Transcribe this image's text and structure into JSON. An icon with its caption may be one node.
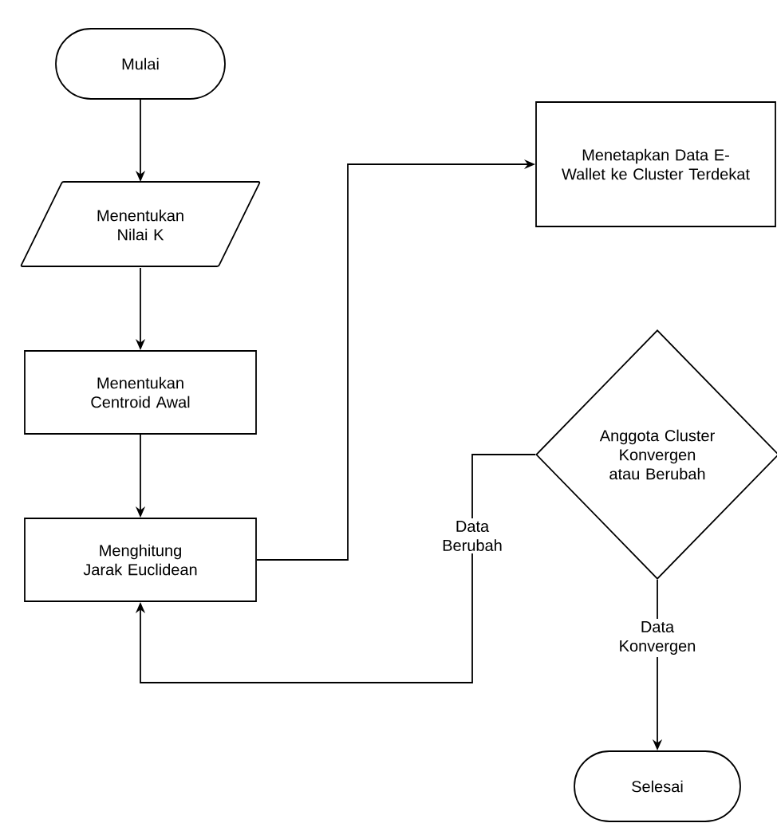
{
  "diagram": {
    "nodes": [
      {
        "text": [
          "Mulai"
        ]
      },
      {
        "text": [
          "Menentukan Nilai K"
        ]
      },
      {
        "text": [
          "Menentukan Centroid Awal"
        ]
      },
      {
        "text": [
          "Menghitung Jarak Euclidean"
        ]
      },
      {
        "text": [
          "Menetapkan Data E-Wallet ke Cluster Terdekat"
        ]
      },
      {
        "text": [
          "Anggota Cluster Konvergen atau Berubah"
        ]
      },
      {
        "text": [
          "Selesai"
        ]
      }
    ],
    "edges": [
      {
        "from": 0,
        "to": 1,
        "arrow": "to"
      },
      {
        "from": 1,
        "to": 2,
        "arrow": "to"
      },
      {
        "from": 2,
        "to": 3,
        "arrow": "to"
      },
      {
        "from": 3,
        "to": 4,
        "arrow": "to"
      },
      {
        "from": 5,
        "to": 3,
        "arrow": "to",
        "label": "Data Berubah"
      },
      {
        "from": 5,
        "to": 6,
        "arrow": "to",
        "label": "Data Konvergen"
      }
    ]
  }
}
